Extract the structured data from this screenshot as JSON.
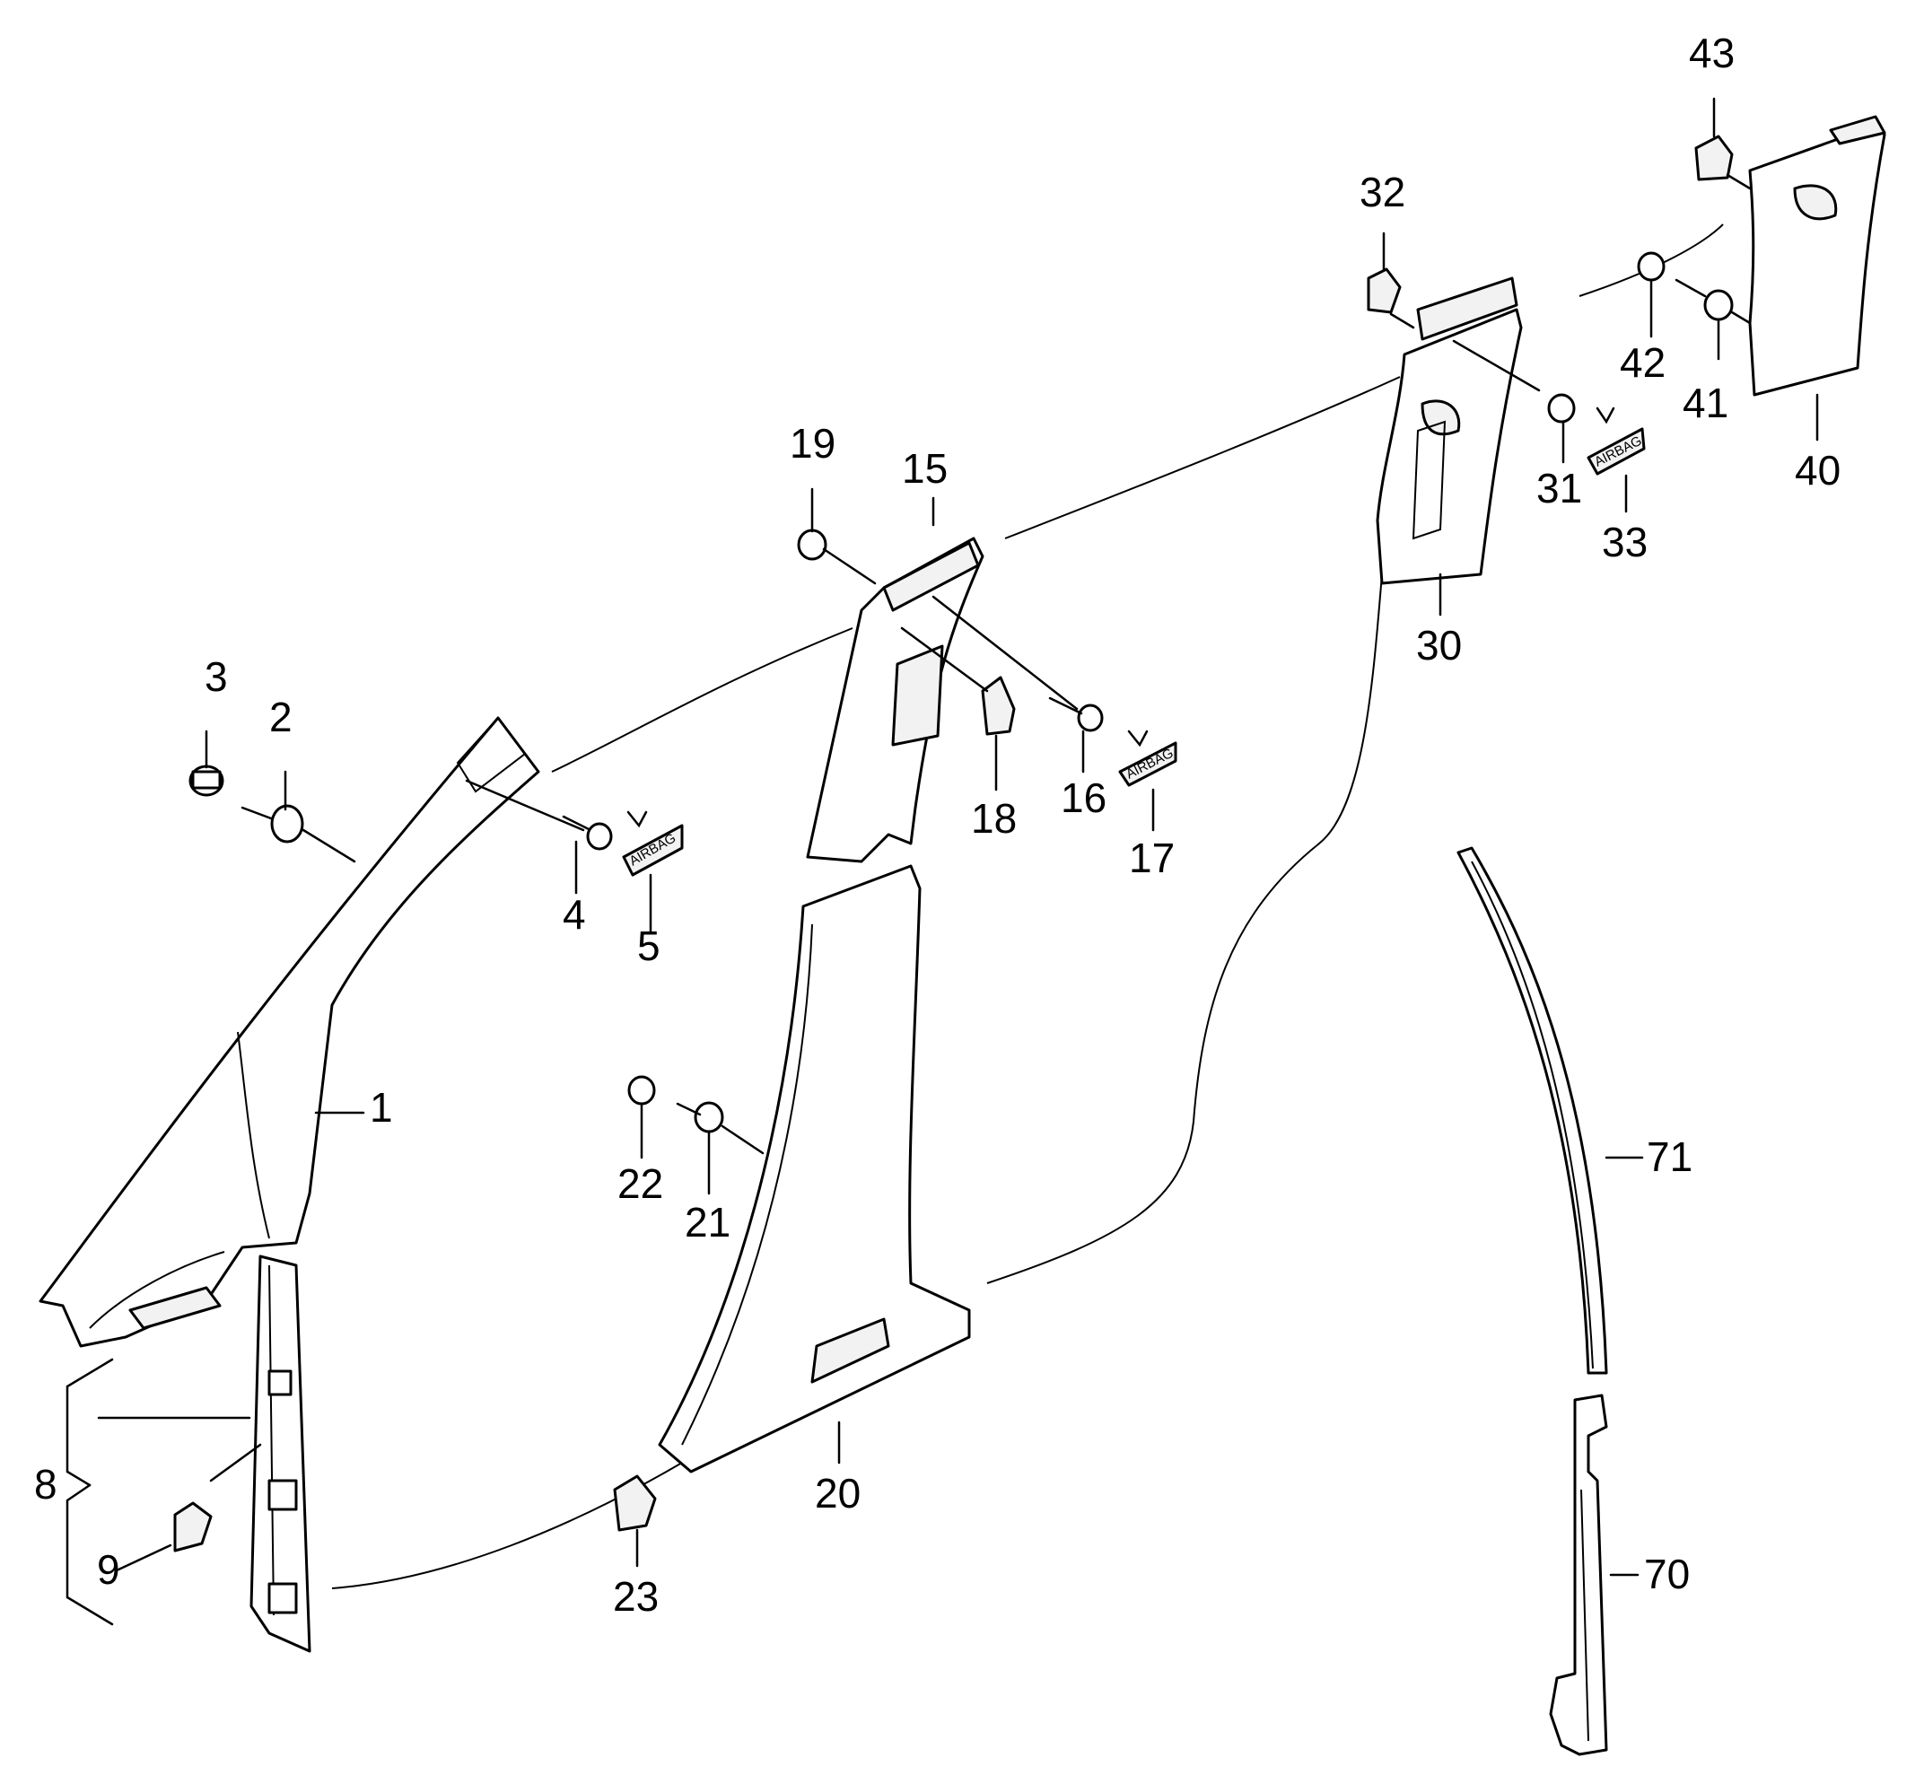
{
  "diagram": {
    "callouts": [
      "1",
      "2",
      "3",
      "4",
      "5",
      "8",
      "9",
      "15",
      "16",
      "17",
      "18",
      "19",
      "20",
      "21",
      "22",
      "23",
      "30",
      "31",
      "32",
      "33",
      "40",
      "41",
      "42",
      "43",
      "70",
      "71"
    ],
    "stamp_text": "AIRBAG"
  }
}
